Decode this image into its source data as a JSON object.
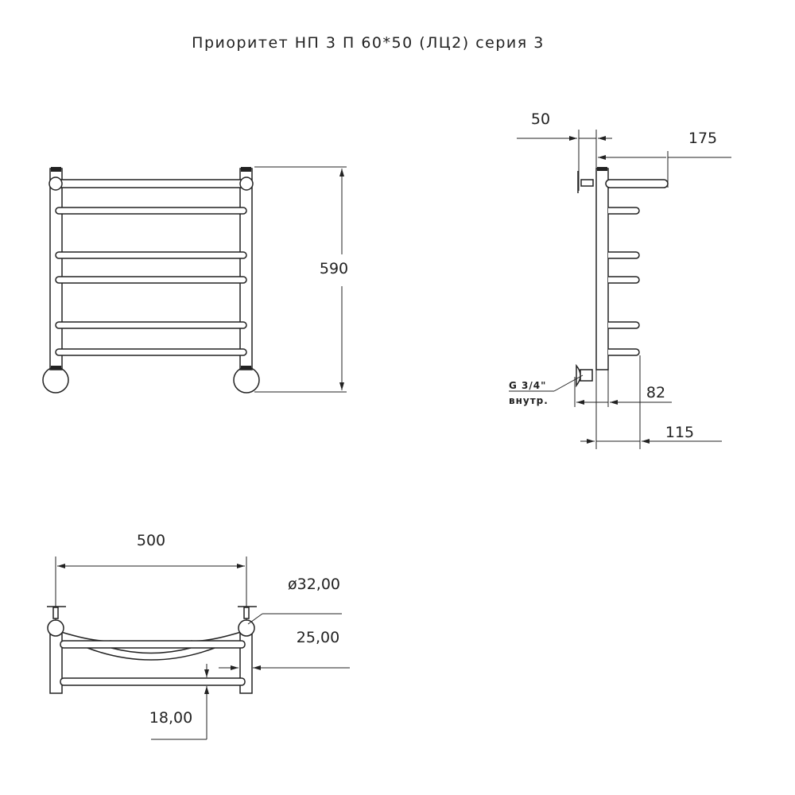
{
  "title": "Приоритет НП 3 П 60*50 (ЛЦ2) серия 3",
  "front_view": {
    "height_dim": "590"
  },
  "side_view": {
    "wall_offset_dim": "50",
    "depth_top_dim": "175",
    "connection_label": "G 3/4\"",
    "connection_sublabel": "внутр.",
    "bottom_offset_dim": "82",
    "depth_bottom_dim": "115"
  },
  "top_view": {
    "width_dim": "500",
    "diameter_dim": "ø32,00",
    "rung_dim": "25,00",
    "spacing_dim": "18,00"
  }
}
